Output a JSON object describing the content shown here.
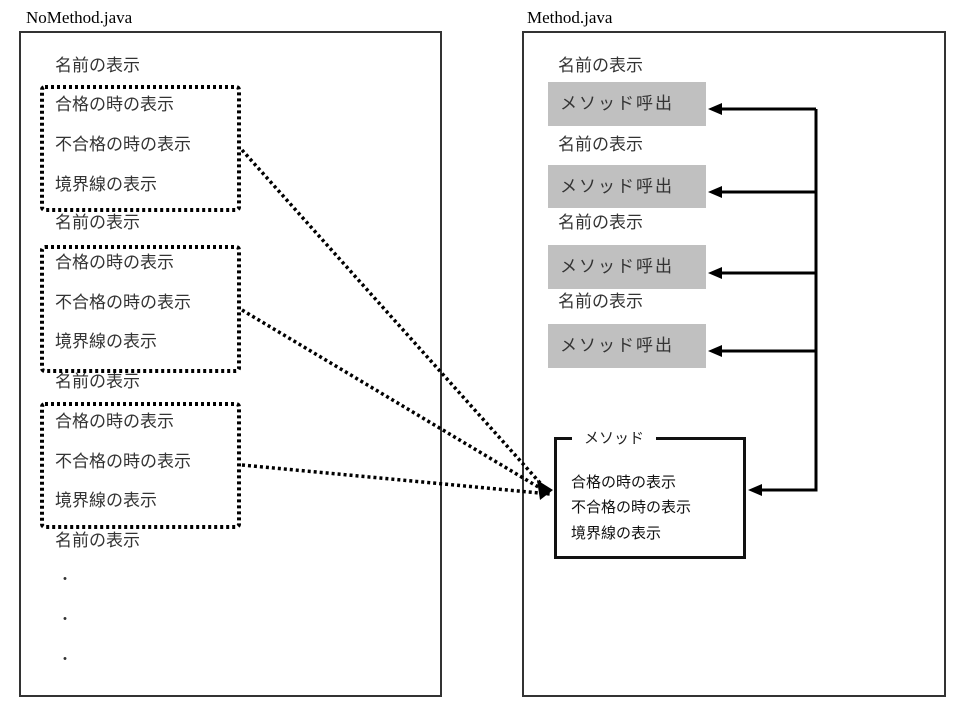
{
  "left": {
    "title": "NoMethod.java",
    "name_label": "名前の表示",
    "groups": [
      [
        "合格の時の表示",
        "不合格の時の表示",
        "境界線の表示"
      ],
      [
        "合格の時の表示",
        "不合格の時の表示",
        "境界線の表示"
      ],
      [
        "合格の時の表示",
        "不合格の時の表示",
        "境界線の表示"
      ]
    ],
    "ellipsis": [
      "・",
      "・",
      "・"
    ]
  },
  "right": {
    "title": "Method.java",
    "name_label": "名前の表示",
    "call_label": "メソッド呼出",
    "method_box": {
      "title": "メソッド",
      "lines": [
        "合格の時の表示",
        "不合格の時の表示",
        "境界線の表示"
      ]
    }
  }
}
